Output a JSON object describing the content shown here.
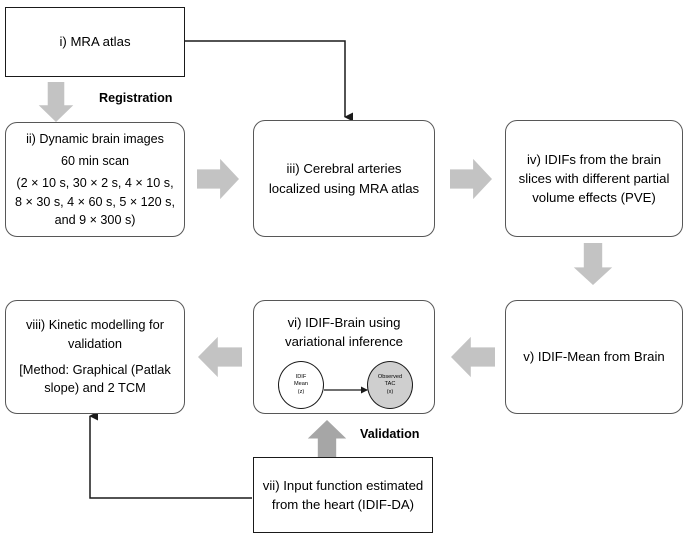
{
  "figure": {
    "type": "flowchart",
    "title": "PET image-derived input function (IDIF) processing pipeline"
  },
  "nodes": {
    "i": {
      "id": "i",
      "lines": [
        "i) MRA atlas"
      ],
      "shape": "rectangle"
    },
    "ii": {
      "id": "ii",
      "lines": [
        "ii) Dynamic brain images",
        "60 min scan",
        "(2 × 10 s, 30 × 2 s, 4 × 10 s, 8 × 30 s, 4 × 60 s, 5 × 120 s, and 9 × 300 s)"
      ],
      "shape": "rounded-rectangle"
    },
    "iii": {
      "id": "iii",
      "lines": [
        "iii) Cerebral arteries localized using MRA atlas"
      ],
      "shape": "rounded-rectangle"
    },
    "iv": {
      "id": "iv",
      "lines": [
        "iv) IDIFs from the brain slices with different partial volume effects (PVE)"
      ],
      "shape": "rounded-rectangle"
    },
    "v": {
      "id": "v",
      "lines": [
        "v) IDIF-Mean from Brain"
      ],
      "shape": "rounded-rectangle"
    },
    "vi": {
      "id": "vi",
      "lines": [
        "vi) IDIF-Brain using variational inference"
      ],
      "shape": "rounded-rectangle",
      "graphical_model": {
        "latent": {
          "label_lines": [
            "IDIF",
            "Mean",
            "(z)"
          ],
          "shaded": false
        },
        "observed": {
          "label_lines": [
            "Observed",
            "TAC",
            "(x)"
          ],
          "shaded": true
        },
        "edge": "latent-to-observed"
      }
    },
    "vii": {
      "id": "vii",
      "lines": [
        "vii) Input function estimated from the heart (IDIF-DA)"
      ],
      "shape": "rectangle"
    },
    "viii": {
      "id": "viii",
      "lines": [
        "viii) Kinetic modelling  for validation",
        "[Method: Graphical (Patlak slope) and 2 TCM"
      ],
      "shape": "rounded-rectangle"
    }
  },
  "edge_labels": {
    "registration": "Registration",
    "validation": "Validation"
  },
  "colors": {
    "block_arrow": "#c3c3c3",
    "block_arrow_dark": "#a6a6a6",
    "node_border": "#575757",
    "node_border_sharp": "#1a1a1a",
    "observed_node_fill": "#cfcfcf",
    "background": "#ffffff",
    "text": "#000000"
  }
}
